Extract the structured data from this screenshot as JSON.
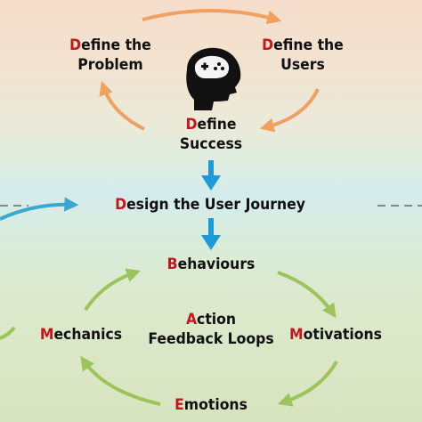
{
  "top_cycle": {
    "define_problem": {
      "first": "D",
      "rest_line1": "efine the",
      "line2": "Problem"
    },
    "define_users": {
      "first": "D",
      "rest_line1": "efine the",
      "line2": "Users"
    },
    "define_success": {
      "first": "D",
      "rest_line1": "efine",
      "line2": "Success"
    }
  },
  "journey": {
    "first": "D",
    "rest": "esign the User Journey"
  },
  "bottom_cycle": {
    "behaviours": {
      "first": "B",
      "rest": "ehaviours"
    },
    "motivations": {
      "first": "M",
      "rest": "otivations"
    },
    "emotions": {
      "first": "E",
      "rest": "motions"
    },
    "mechanics": {
      "first": "M",
      "rest": "echanics"
    },
    "center": {
      "first": "A",
      "rest_line1": "ction",
      "line2": "Feedback Loops"
    }
  },
  "colors": {
    "top_arrows": "#f0a060",
    "bottom_arrows": "#9cc45a",
    "flow_arrows": "#1e9ad6",
    "side_arrow": "#3aa8cc",
    "highlight_letter": "#c4161c",
    "dashed_line": "#6b6b6b"
  },
  "icons": {
    "brain_head": "head-with-gamepad-brain-icon"
  }
}
